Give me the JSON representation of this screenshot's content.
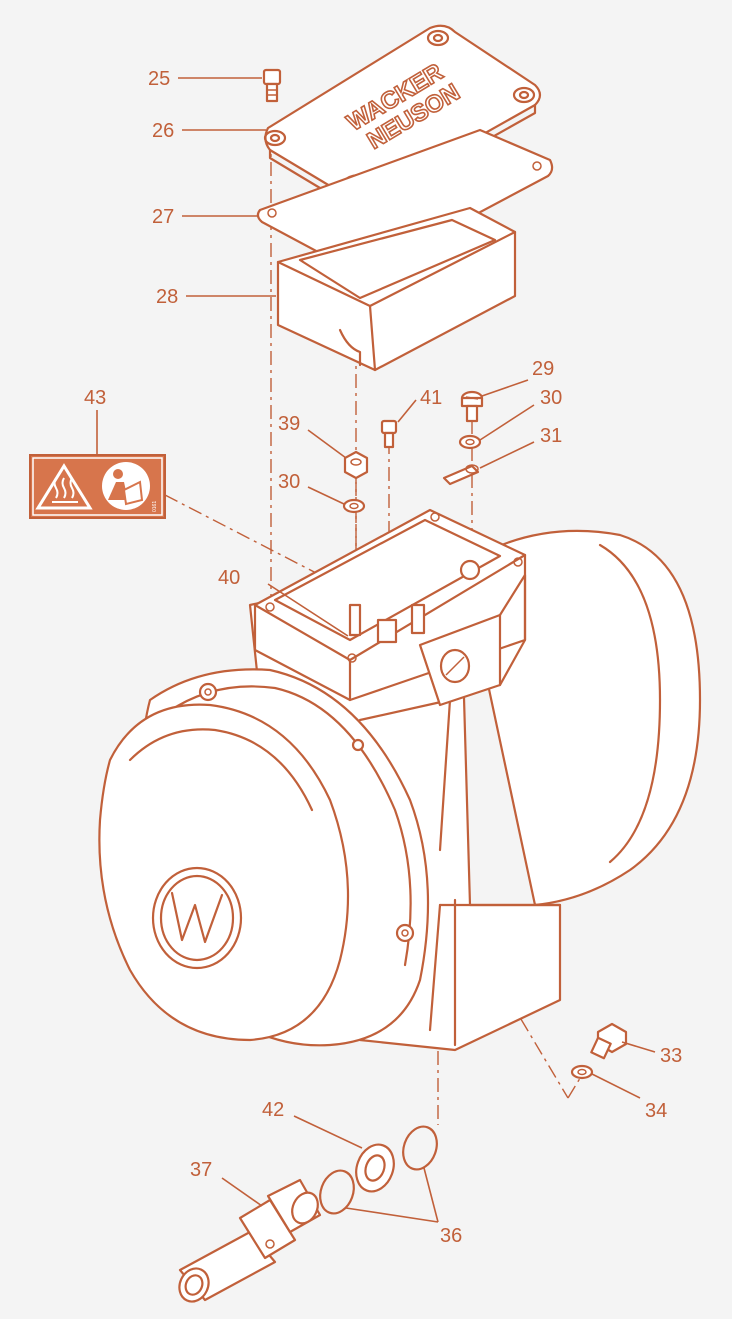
{
  "diagram": {
    "callouts": [
      {
        "id": "25",
        "label": "25"
      },
      {
        "id": "26",
        "label": "26"
      },
      {
        "id": "27",
        "label": "27"
      },
      {
        "id": "28",
        "label": "28"
      },
      {
        "id": "29",
        "label": "29"
      },
      {
        "id": "30a",
        "label": "30"
      },
      {
        "id": "31",
        "label": "31"
      },
      {
        "id": "41",
        "label": "41"
      },
      {
        "id": "39",
        "label": "39"
      },
      {
        "id": "30b",
        "label": "30"
      },
      {
        "id": "43",
        "label": "43"
      },
      {
        "id": "40",
        "label": "40"
      },
      {
        "id": "33",
        "label": "33"
      },
      {
        "id": "34",
        "label": "34"
      },
      {
        "id": "42",
        "label": "42"
      },
      {
        "id": "37",
        "label": "37"
      },
      {
        "id": "36",
        "label": "36"
      }
    ],
    "cover_logo": {
      "line1": "WACKER",
      "line2": "NEUSON"
    },
    "label_small_text": "0161",
    "line_color": "#c1603a",
    "label_color": "#d7754c",
    "background_color": "#f4f4f4"
  }
}
